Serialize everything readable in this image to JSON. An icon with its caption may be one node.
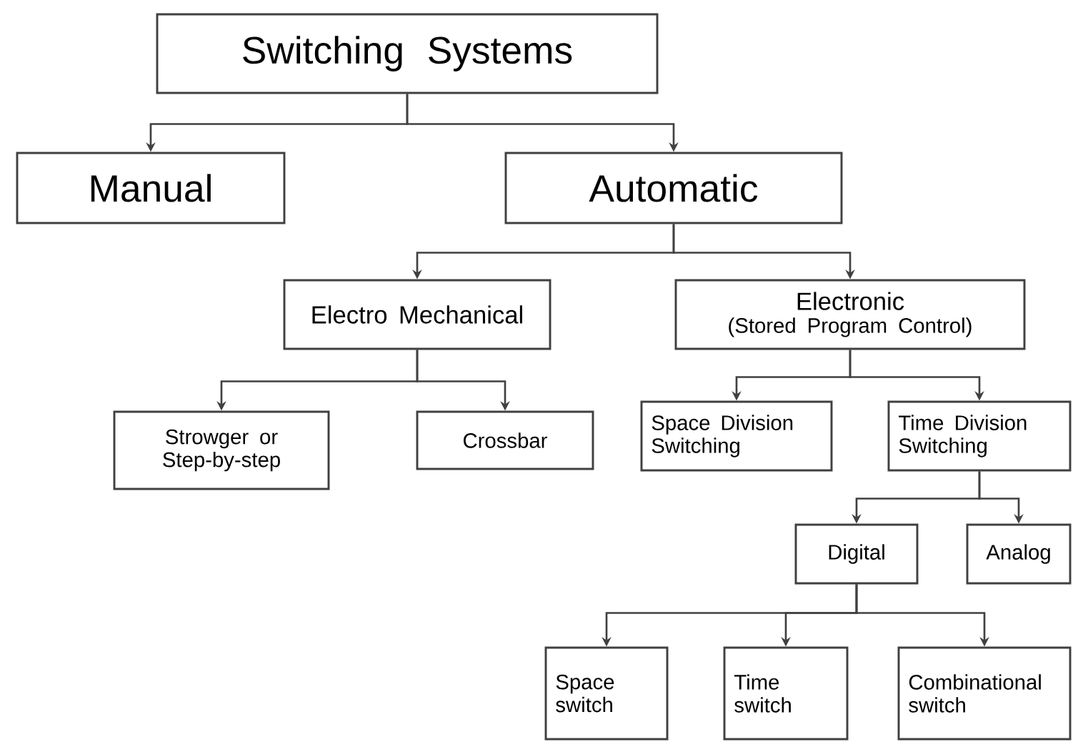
{
  "diagram": {
    "nodes": [
      {
        "text": [
          "Switching Systems"
        ]
      },
      {
        "text": [
          "Manual"
        ]
      },
      {
        "text": [
          "Automatic"
        ]
      },
      {
        "text": [
          "Electro Mechanical"
        ]
      },
      {
        "text": [
          "Electronic",
          "(Stored Program Control)"
        ]
      },
      {
        "text": [
          "Strowger or Step-by-step"
        ]
      },
      {
        "text": [
          "Crossbar"
        ]
      },
      {
        "text": [
          "Space Division Switching"
        ]
      },
      {
        "text": [
          "Time Division Switching"
        ]
      },
      {
        "text": [
          "Digital"
        ]
      },
      {
        "text": [
          "Analog"
        ]
      },
      {
        "text": [
          "Space switch"
        ]
      },
      {
        "text": [
          "Time switch"
        ]
      },
      {
        "text": [
          "Combinational switch"
        ]
      }
    ],
    "edges": [
      {
        "from": 0,
        "to": 1,
        "arrow": "to"
      },
      {
        "from": 0,
        "to": 2,
        "arrow": "to"
      },
      {
        "from": 2,
        "to": 3,
        "arrow": "to"
      },
      {
        "from": 2,
        "to": 4,
        "arrow": "to"
      },
      {
        "from": 3,
        "to": 5,
        "arrow": "to"
      },
      {
        "from": 3,
        "to": 6,
        "arrow": "to"
      },
      {
        "from": 4,
        "to": 7,
        "arrow": "to"
      },
      {
        "from": 4,
        "to": 8,
        "arrow": "to"
      },
      {
        "from": 8,
        "to": 9,
        "arrow": "to"
      },
      {
        "from": 8,
        "to": 10,
        "arrow": "to"
      },
      {
        "from": 9,
        "to": 11,
        "arrow": "to"
      },
      {
        "from": 9,
        "to": 12,
        "arrow": "to"
      },
      {
        "from": 9,
        "to": 13,
        "arrow": "to"
      }
    ]
  }
}
